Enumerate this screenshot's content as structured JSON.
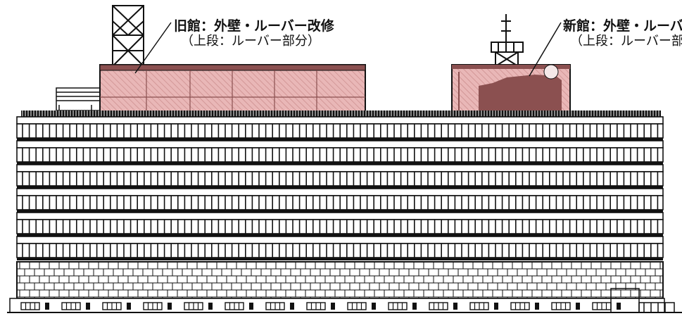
{
  "labels": {
    "old": {
      "title": "旧館：外壁・ルーバー改修",
      "sub": "（上段：ルーバー部分）"
    },
    "new": {
      "title": "新館：外壁・ルーバー改修",
      "sub": "（上段：ルーバー部分）"
    }
  },
  "colors": {
    "line": "#111111",
    "highlight_fill": "#e9b7b7",
    "hatch": "#c98a8a",
    "dark_fill": "#8b5050"
  }
}
